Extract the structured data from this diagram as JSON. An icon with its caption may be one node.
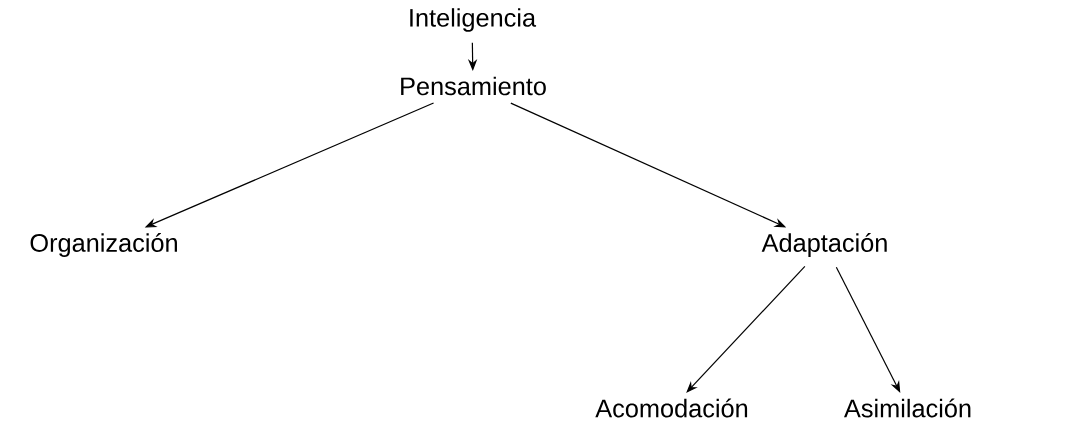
{
  "diagram": {
    "nodes": [
      {
        "text": [
          "Inteligencia"
        ]
      },
      {
        "text": [
          "Pensamiento"
        ]
      },
      {
        "text": [
          "Organización"
        ]
      },
      {
        "text": [
          "Adaptación"
        ]
      },
      {
        "text": [
          "Acomodación"
        ]
      },
      {
        "text": [
          "Asimilación"
        ]
      }
    ],
    "edges": [
      {
        "from": 0,
        "to": 1,
        "arrow": "to"
      },
      {
        "from": 1,
        "to": 2,
        "arrow": "to"
      },
      {
        "from": 1,
        "to": 3,
        "arrow": "to"
      },
      {
        "from": 3,
        "to": 4,
        "arrow": "to"
      },
      {
        "from": 3,
        "to": 5,
        "arrow": "to"
      }
    ]
  }
}
